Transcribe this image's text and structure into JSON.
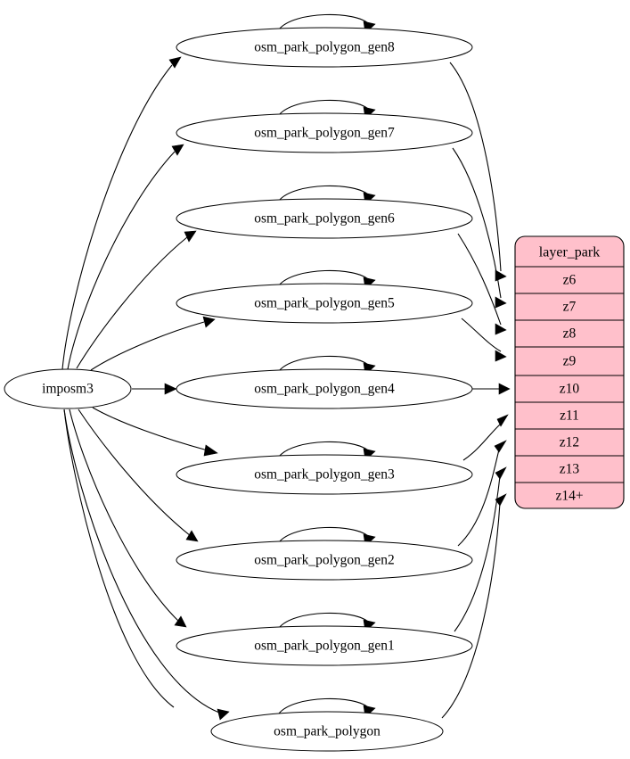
{
  "diagram": {
    "type": "graphviz-digraph",
    "background": "#ffffff",
    "edge_color": "#000000",
    "node_fill": "#ffffff",
    "node_stroke": "#000000"
  },
  "source_node": {
    "label": "imposm3",
    "shape": "ellipse"
  },
  "tables": [
    {
      "name": "layer_park",
      "title": "layer_park",
      "fill": "#ffc0cb",
      "stroke": "#000000",
      "rows": [
        {
          "label": "z6"
        },
        {
          "label": "z7"
        },
        {
          "label": "z8"
        },
        {
          "label": "z9"
        },
        {
          "label": "z10"
        },
        {
          "label": "z11"
        },
        {
          "label": "z12"
        },
        {
          "label": "z13"
        },
        {
          "label": "z14+"
        }
      ]
    }
  ],
  "nodes": [
    {
      "label": "osm_park_polygon_gen8",
      "self_loop": true,
      "target_row": "z6"
    },
    {
      "label": "osm_park_polygon_gen7",
      "self_loop": true,
      "target_row": "z7"
    },
    {
      "label": "osm_park_polygon_gen6",
      "self_loop": true,
      "target_row": "z8"
    },
    {
      "label": "osm_park_polygon_gen5",
      "self_loop": true,
      "target_row": "z9"
    },
    {
      "label": "osm_park_polygon_gen4",
      "self_loop": true,
      "target_row": "z10"
    },
    {
      "label": "osm_park_polygon_gen3",
      "self_loop": true,
      "target_row": "z11"
    },
    {
      "label": "osm_park_polygon_gen2",
      "self_loop": true,
      "target_row": "z12"
    },
    {
      "label": "osm_park_polygon_gen1",
      "self_loop": true,
      "target_row": "z13"
    },
    {
      "label": "osm_park_polygon",
      "self_loop": true,
      "target_row": "z14+"
    }
  ]
}
